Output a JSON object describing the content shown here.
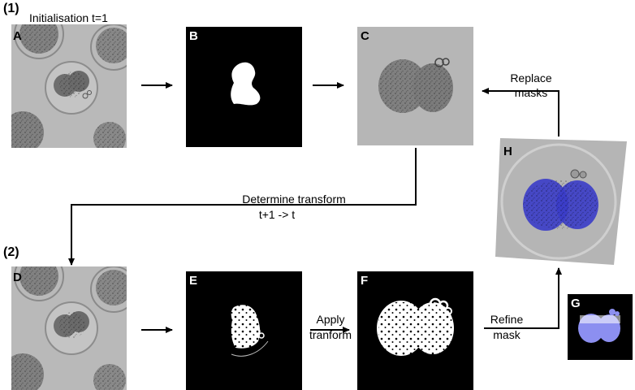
{
  "steps": {
    "one": "(1)",
    "two": "(2)"
  },
  "init_label": "Initialisation t=1",
  "panels": {
    "A": "A",
    "B": "B",
    "C": "C",
    "D": "D",
    "E": "E",
    "F": "F",
    "G": "G",
    "H": "H"
  },
  "arrows": {
    "replace_line1": "Replace",
    "replace_line2": "masks",
    "determine_line1": "Determine transform",
    "determine_line2": "t+1   -> t",
    "apply_line1": "Apply",
    "apply_line2": "tranform",
    "refine_line1": "Refine",
    "refine_line2": "mask"
  },
  "colors": {
    "mask_white": "#ffffff",
    "background_black": "#000000",
    "overlay_blue": "#3a3cc8",
    "micro_gray": "#b9b9b9"
  }
}
